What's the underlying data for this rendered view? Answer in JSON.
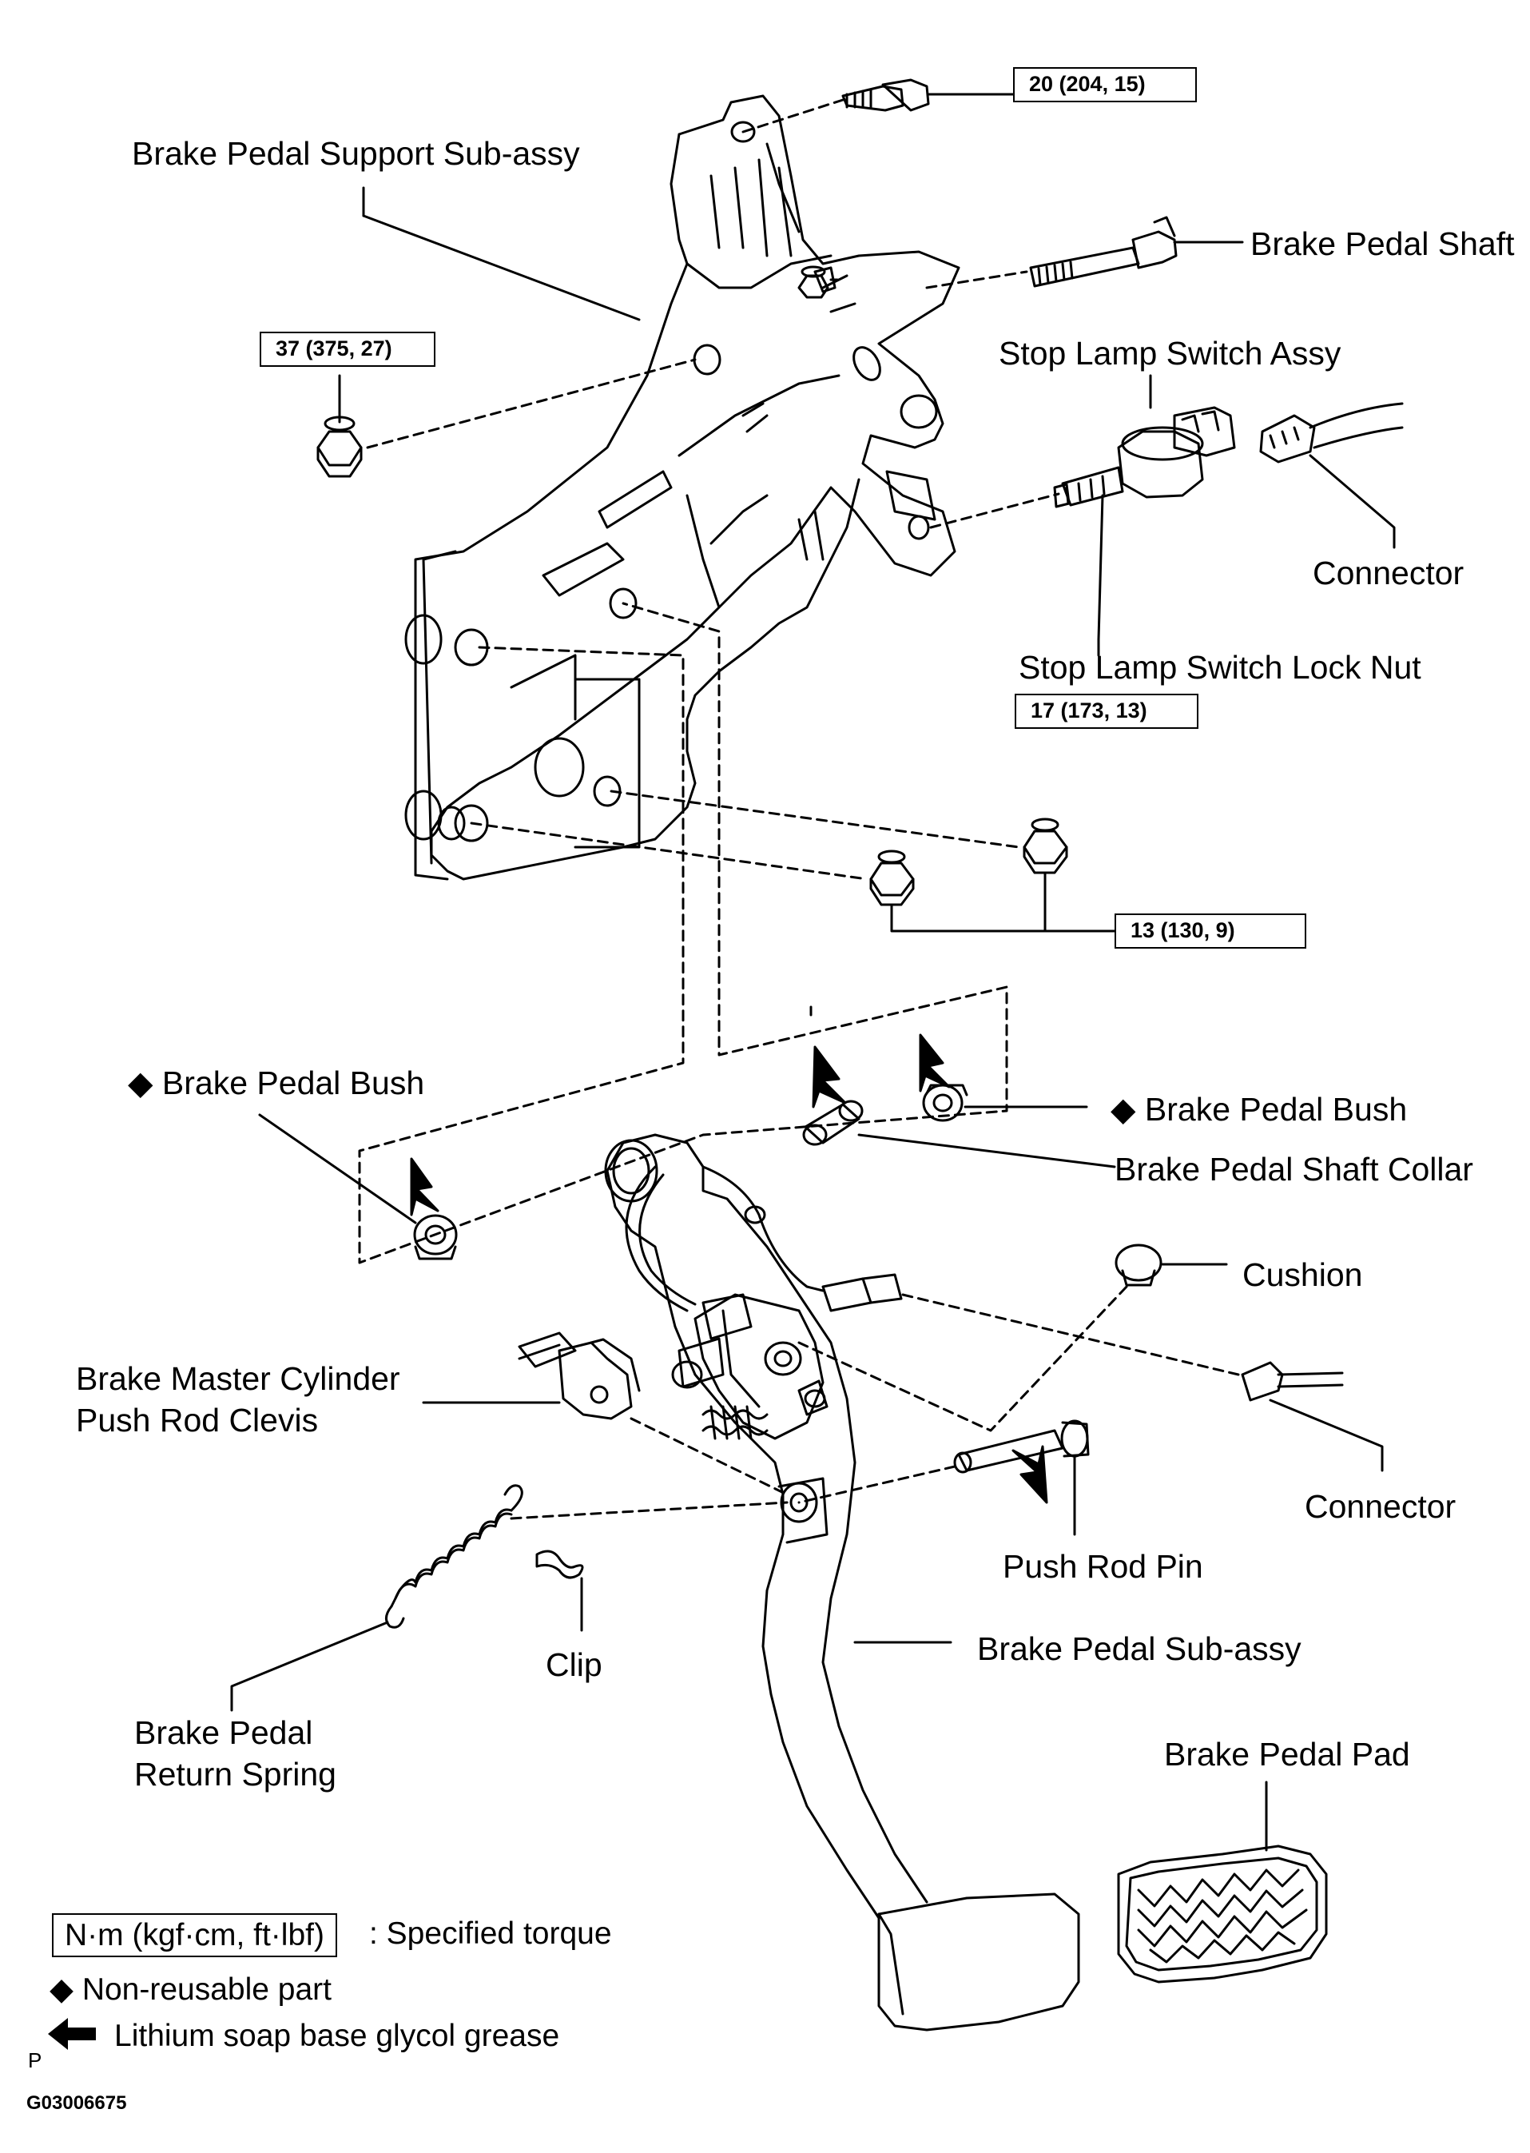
{
  "labels": {
    "support": "Brake Pedal Support Sub-assy",
    "shaft": "Brake Pedal Shaft",
    "stop_lamp_switch": "Stop Lamp Switch Assy",
    "connector_top": "Connector",
    "lock_nut": "Stop Lamp Switch Lock Nut",
    "bush_left": "◆ Brake Pedal Bush",
    "bush_right": "◆ Brake Pedal Bush",
    "shaft_collar": "Brake Pedal Shaft Collar",
    "cushion": "Cushion",
    "clevis_line1": "Brake Master Cylinder",
    "clevis_line2": "Push Rod Clevis",
    "connector_bottom": "Connector",
    "push_rod_pin": "Push Rod Pin",
    "clip": "Clip",
    "pedal_sub": "Brake Pedal Sub-assy",
    "return_spring_line1": "Brake Pedal",
    "return_spring_line2": "Return Spring",
    "pedal_pad": "Brake Pedal Pad"
  },
  "torques": {
    "t20": "20 (204, 15)",
    "t37": "37 (375, 27)",
    "t17": "17 (173, 13)",
    "t13": "13 (130, 9)"
  },
  "legend": {
    "unit": "N·m (kgf·cm, ft·lbf)",
    "unit_desc": ": Specified torque",
    "non_reusable": "◆ Non-reusable part",
    "grease": "Lithium soap base glycol grease"
  },
  "footer": {
    "letter": "P",
    "code": "G03006675"
  }
}
